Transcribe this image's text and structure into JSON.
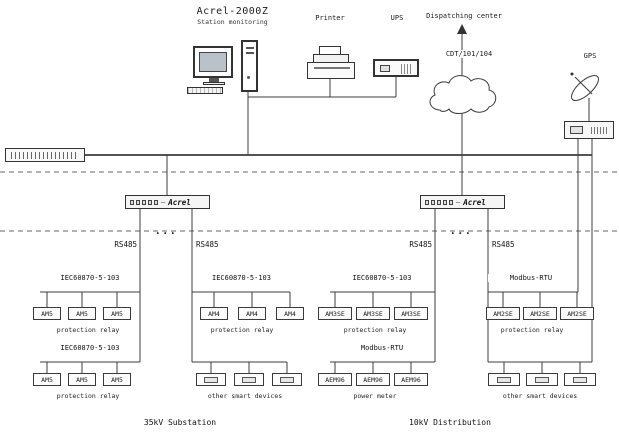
{
  "header": {
    "title": "Acrel-2000Z",
    "subtitle": "Station monitoring",
    "printer_label": "Printer",
    "ups_label": "UPS",
    "dispatch_label": "Dispatching center",
    "dispatch_protocol": "CDT/101/104",
    "gps_label": "GPS"
  },
  "network": {
    "server_brand": "Acrel",
    "rs485": "RS485",
    "dots": "..."
  },
  "row1": [
    {
      "protocol": "IEC60870-5-103",
      "devices": [
        "AM5",
        "AM5",
        "AM5"
      ],
      "caption": "protection relay"
    },
    {
      "protocol": "IEC60870-5-103",
      "devices": [
        "AM4",
        "AM4",
        "AM4"
      ],
      "caption": "protection relay"
    },
    {
      "protocol": "IEC60870-5-103",
      "devices": [
        "AM3SE",
        "AM3SE",
        "AM3SE"
      ],
      "caption": "protection relay"
    },
    {
      "protocol": "Modbus-RTU",
      "devices": [
        "AM2SE",
        "AM2SE",
        "AM2SE"
      ],
      "caption": "protection relay"
    }
  ],
  "row2": [
    {
      "protocol": "IEC60870-5-103",
      "devices": [
        "AM5",
        "AM5",
        "AM5"
      ],
      "caption": "protection relay"
    },
    {
      "protocol": "",
      "devices": [
        "",
        "",
        ""
      ],
      "caption": "other smart devices"
    },
    {
      "protocol": "Modbus-RTU",
      "devices": [
        "AEM96",
        "AEM96",
        "AEM96"
      ],
      "caption": "power meter"
    },
    {
      "protocol": "",
      "devices": [
        "",
        "",
        ""
      ],
      "caption": "other smart devices"
    }
  ],
  "footer": {
    "left": "35kV Substation",
    "right": "10kV Distribution"
  }
}
